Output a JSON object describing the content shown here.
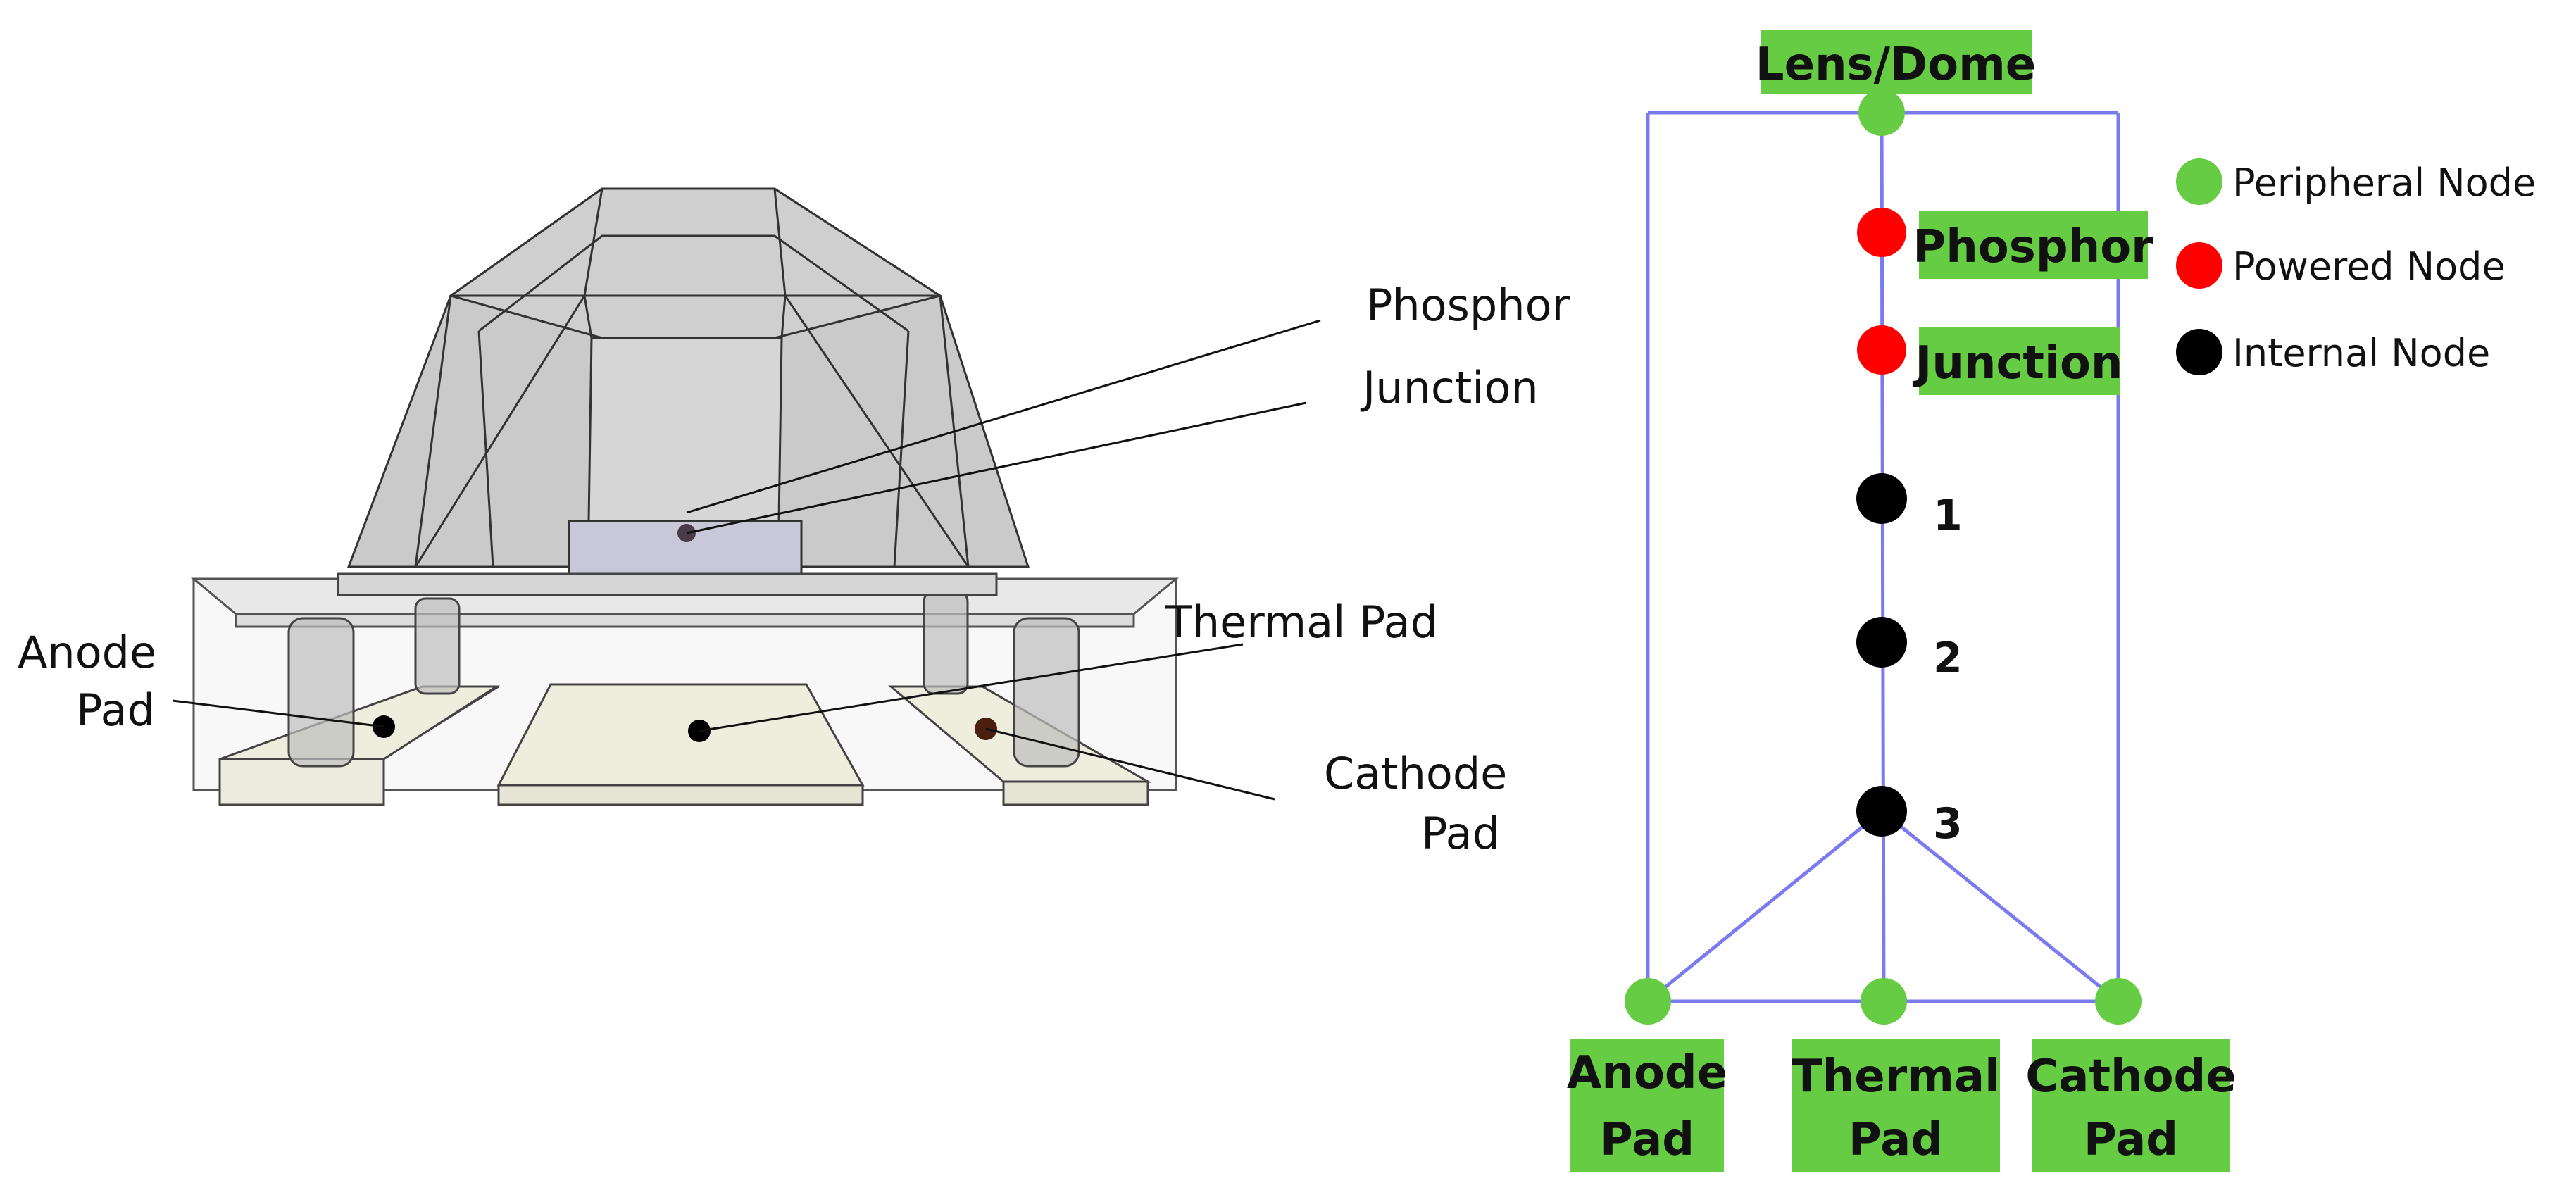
{
  "left_illustration": {
    "callouts": {
      "phosphor": "Phosphor",
      "junction": "Junction",
      "thermal_pad": "Thermal Pad",
      "anode_line1": "Anode",
      "anode_line2": "Pad",
      "cathode_line1": "Cathode",
      "cathode_line2": "Pad"
    }
  },
  "network": {
    "peripheral_nodes": {
      "lens": "Lens/Dome",
      "anode_line1": "Anode",
      "anode_line2": "Pad",
      "thermal_line1": "Thermal",
      "thermal_line2": "Pad",
      "cathode_line1": "Cathode",
      "cathode_line2": "Pad"
    },
    "powered_nodes": {
      "phosphor": "Phosphor",
      "junction": "Junction"
    },
    "internal_nodes": [
      "1",
      "2",
      "3"
    ],
    "edge_color": "#7b7bf0",
    "legend": [
      {
        "label": "Peripheral Node",
        "color": "#66cc44"
      },
      {
        "label": "Powered Node",
        "color": "#ff0000"
      },
      {
        "label": "Internal Node",
        "color": "#000000"
      }
    ]
  }
}
